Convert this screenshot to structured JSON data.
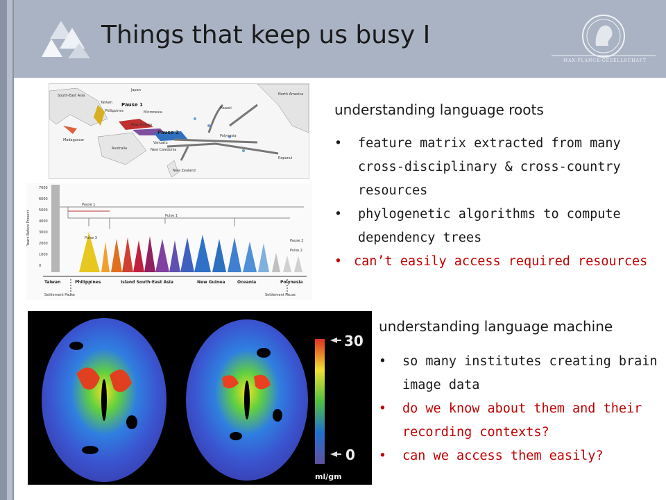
{
  "slide": {
    "title": "Things that keep us busy I",
    "logo_text": "MAX-PLANCK-GESELLSCHAFT"
  },
  "section_roots": {
    "heading": "understanding language roots",
    "bullets": [
      {
        "text": "feature matrix extracted from many cross-disciplinary & cross-country resources",
        "lines": [
          "feature matrix extracted from many",
          "cross-disciplinary & cross-country",
          "resources"
        ],
        "color": "#1a1a1a"
      },
      {
        "text": "phylogenetic algorithms to compute dependency trees",
        "lines": [
          "phylogenetic algorithms to compute",
          "dependency trees"
        ],
        "color": "#1a1a1a"
      },
      {
        "text": "can’t easily access required resources",
        "lines": [
          "can’t easily access required resources"
        ],
        "color": "#c00000"
      }
    ]
  },
  "section_machine": {
    "heading": "understanding language machine",
    "bullets": [
      {
        "lines": [
          "so many institutes creating brain",
          "image data"
        ],
        "color": "#1a1a1a"
      },
      {
        "lines": [
          "do we know about them and their",
          "recording contexts?"
        ],
        "color": "#c00000"
      },
      {
        "lines": [
          "can we access them easily?"
        ],
        "color": "#c00000"
      }
    ]
  },
  "map_figure": {
    "labels": [
      "South-East Asia",
      "Japan",
      "Taiwan",
      "Pause 1",
      "Philippines",
      "Micronesia",
      "Hawaii",
      "North America",
      "New Guinea",
      "Pause 2",
      "Polynesia",
      "Madagascar",
      "Vanuatu",
      "Australia",
      "New Caledonia",
      "Rapanui",
      "New Zealand"
    ]
  },
  "tree_figure": {
    "y_axis_label": "Years Before Present",
    "y_ticks": [
      "7000",
      "6000",
      "5000",
      "4000",
      "3000",
      "2000",
      "1000",
      "0"
    ],
    "pulse_labels": [
      "Pause 1",
      "Pulse 1",
      "Pulse 3",
      "Pause 2",
      "Pulse 2"
    ],
    "regions": [
      "Taiwan",
      "Philippines",
      "Island South-East Asia",
      "New Guinea",
      "Oceania",
      "Polynesia"
    ],
    "settlement_labels": [
      "Settlement Pause",
      "Settlement Pause"
    ]
  },
  "brain_figure": {
    "scale_max": "30",
    "scale_min": "0",
    "unit": "ml/gm"
  }
}
